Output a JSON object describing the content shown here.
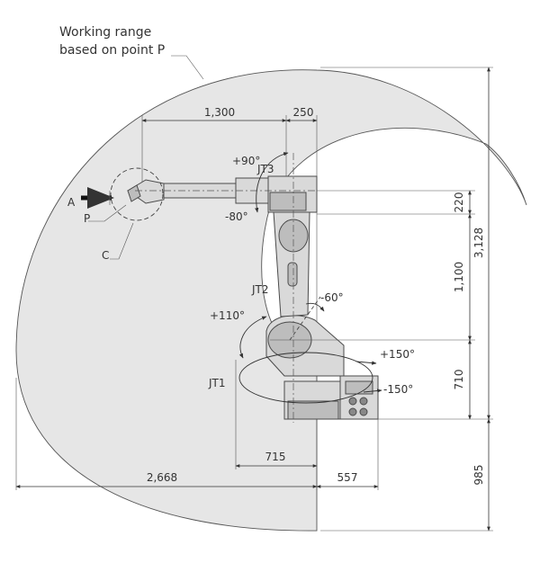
{
  "title": {
    "line1": "Working range",
    "line2": "based on point P"
  },
  "points": {
    "a": "A",
    "p": "P",
    "c": "C"
  },
  "joints": {
    "jt1": "JT1",
    "jt2": "JT2",
    "jt3": "JT3"
  },
  "angles": {
    "jt3_plus": "+90°",
    "jt3_minus": "-80°",
    "jt2_plus": "+110°",
    "jt2_minus": "-60°",
    "jt1_plus": "+150°",
    "jt1_minus": "-150°"
  },
  "dimensions": {
    "arm_length": "1,300",
    "arm_offset": "250",
    "upper_offset": "220",
    "total_height": "3,128",
    "lower_arm": "1,100",
    "base_height": "710",
    "below_base": "985",
    "rear_reach": "715",
    "front_reach": "2,668",
    "back_reach": "557"
  },
  "colors": {
    "range_fill": "#e6e6e6",
    "line": "#333333"
  }
}
